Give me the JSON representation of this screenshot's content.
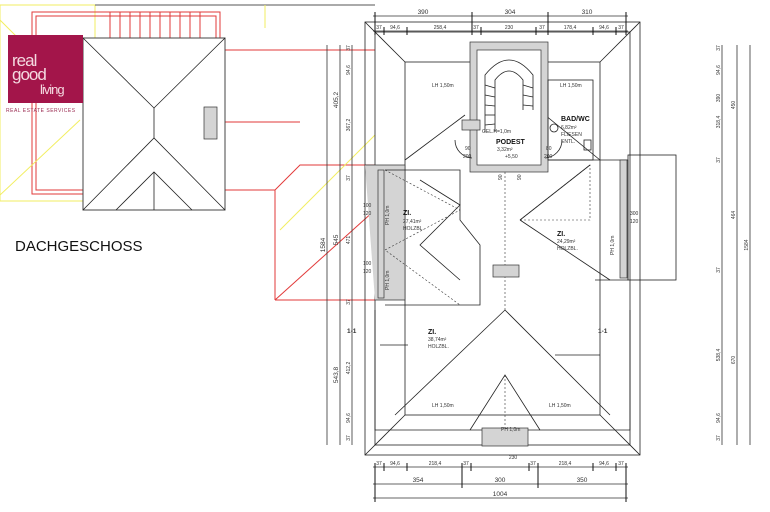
{
  "title": "DACHGESCHOSS",
  "logo": {
    "line1": "real",
    "line2": "good",
    "line3": "living",
    "tagline": "REAL ESTATE SERVICES"
  },
  "colors": {
    "logo_bg": "#a3154a",
    "red_lines": "#e23a3a",
    "yellow_lines": "#f2ee60"
  },
  "dims": {
    "top_row1": [
      "390",
      "304",
      "310"
    ],
    "top_row2": [
      "37",
      "94,6",
      "258,4",
      "37",
      "230",
      "37",
      "178,4",
      "94,6",
      "37"
    ],
    "bottom_row1": [
      "37",
      "94,6",
      "218,4",
      "37",
      "37",
      "218,4",
      "94,6",
      "37"
    ],
    "bottom_row2": [
      "354",
      "300",
      "350"
    ],
    "bottom_total": "1004",
    "left_outer": "1584",
    "left_mid": [
      "405,2",
      "545",
      "543,8"
    ],
    "left_inner": [
      "37",
      "94,6",
      "367,2",
      "37",
      "471",
      "37",
      "412,2",
      "94,6",
      "37"
    ],
    "right_inner": [
      "37",
      "94,6",
      "390",
      "318,4",
      "37",
      "37",
      "538,4",
      "94,6",
      "37"
    ],
    "right_mid": [
      "450",
      "464",
      "670"
    ],
    "right_outer": "1584",
    "bay_width": "230"
  },
  "rooms": [
    {
      "name": "ZI.",
      "area": "27,41m²",
      "floor": "HOLZBL."
    },
    {
      "name": "ZI.",
      "area": "24,29m²",
      "floor": "HOLZBL."
    },
    {
      "name": "ZI.",
      "area": "38,74m²",
      "floor": "HOLZBL."
    },
    {
      "name": "BAD/WC",
      "area": "6,82m²",
      "floor": "FLIESEN",
      "extra": "ENTL."
    },
    {
      "name": "PODEST",
      "area": "3,32m²",
      "level": "+5,50"
    }
  ],
  "labels": {
    "lh": "LH 1,50m",
    "ph": "PH 1,0m",
    "gel": "GEL.H=1,0m",
    "section": "1-1"
  },
  "openings": [
    {
      "w": "90",
      "h": "200"
    },
    {
      "w": "80",
      "h": "200"
    },
    {
      "w": "100",
      "h": "120"
    },
    {
      "w": "100",
      "h": "120"
    },
    {
      "w": "300",
      "h": "120"
    },
    {
      "w": "90",
      "h": "200"
    },
    {
      "w": "90",
      "h": "200"
    }
  ]
}
